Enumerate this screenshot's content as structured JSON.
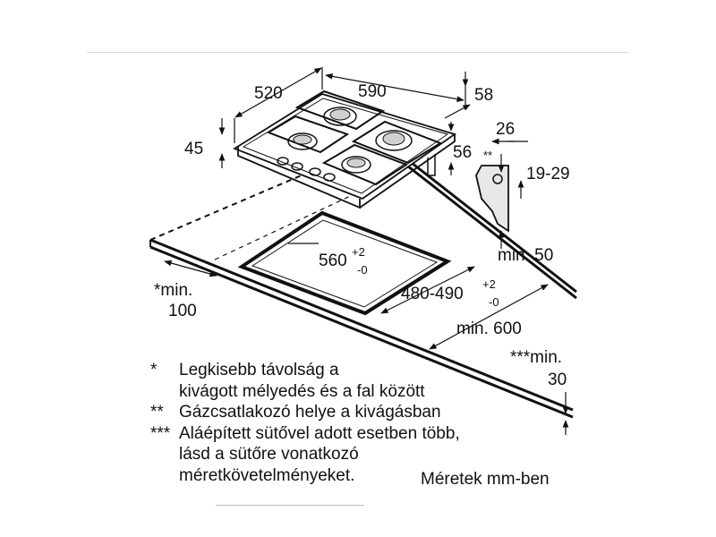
{
  "dimensions": {
    "depth": "520",
    "width": "590",
    "side_margin": "58",
    "height": "45",
    "right_offset": "56",
    "bracket_width": "26",
    "bracket_marker": "**",
    "bracket_range": "19-29",
    "min_front": "min. 50",
    "cutout_width": "560",
    "cutout_width_tol_plus": "+2",
    "cutout_width_tol_minus": "-0",
    "cutout_depth": "480-490",
    "cutout_depth_tol_plus": "+2",
    "cutout_depth_tol_minus": "-0",
    "min_depth": "min. 600",
    "min_wall_line1": "*min.",
    "min_wall_line2": "100",
    "min_below_line1": "***min.",
    "min_below_line2": "30"
  },
  "notes": [
    {
      "mark": "*",
      "text": "Legkisebb távolság a\nkivágott mélyedés és a fal között"
    },
    {
      "mark": "**",
      "text": "Gázcsatlakozó helye a kivágásban"
    },
    {
      "mark": "***",
      "text": "Aláépített sütővel adott esetben több,\nlásd a sütőre vonatkozó\nméretkövetelményeket."
    }
  ],
  "units_note": "Méretek mm-ben"
}
